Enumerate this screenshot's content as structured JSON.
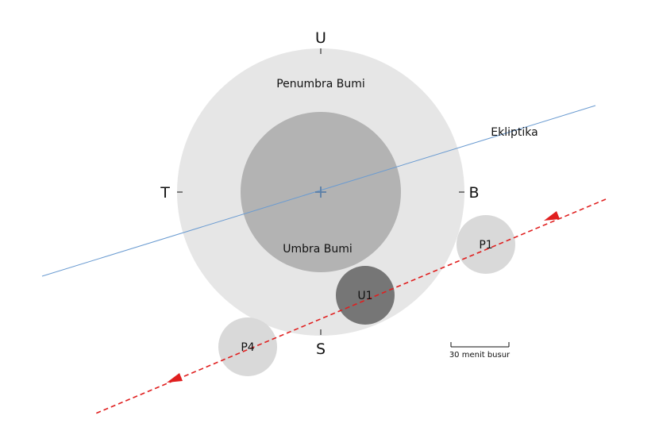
{
  "labels": {
    "north": "U",
    "south": "S",
    "east": "T",
    "west": "B",
    "penumbra": "Penumbra Bumi",
    "umbra": "Umbra Bumi",
    "ecliptic": "Ekliptika",
    "p1": "P1",
    "u1": "U1",
    "p4": "P4",
    "scale": "30 menit busur"
  },
  "colors": {
    "penumbra": "#e6e6e6",
    "umbra": "#b3b3b3",
    "moon_u1": "#767676",
    "moon_light": "#d9d9d9",
    "ecliptic": "#6a9bd1",
    "moon_path": "#e01f1f"
  }
}
